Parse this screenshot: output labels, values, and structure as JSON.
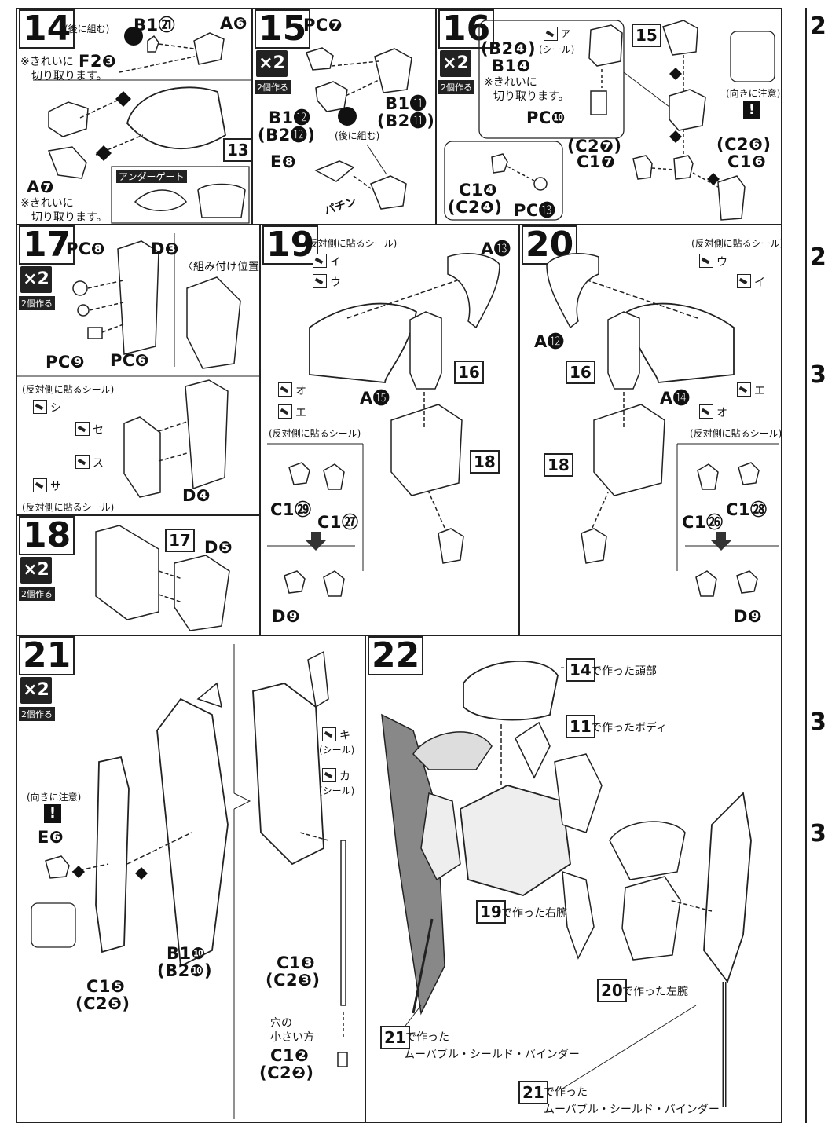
{
  "step14": {
    "num": "14",
    "note_back": "(後に組む)",
    "b1_21": "B1㉑",
    "a6": "A❻",
    "note_clean1": "※きれいに",
    "f2_3": "F2❸",
    "note_cut1": "切り取ります。",
    "ref13": "13",
    "a7": "A❼",
    "note_clean2": "※きれいに",
    "note_cut2": "切り取ります。",
    "undergate": "アンダーゲート"
  },
  "step15": {
    "num": "15",
    "mult": "×2",
    "make2": "2個作る",
    "pc7": "PC❼",
    "b1_12": "B1⓬",
    "b2_12": "(B2⓬)",
    "note_back": "(後に組む)",
    "b1_11": "B1⓫",
    "b2_11": "(B2⓫)",
    "e8": "E❽",
    "snap": "パチン"
  },
  "step16": {
    "num": "16",
    "mult": "×2",
    "make2": "2個作る",
    "seal_a": "ア",
    "seal_note": "(シール)",
    "b2_4": "(B2❹)",
    "b1_4": "B1❹",
    "note_clean": "※きれいに",
    "note_cut": "切り取ります。",
    "pc10": "PC❿",
    "ref15": "15",
    "orient": "(向きに注意)",
    "warn": "!",
    "c2_7": "(C2❼)",
    "c1_7": "C1❼",
    "c2_6": "(C2❻)",
    "c1_6": "C1❻",
    "c1_4": "C1❹",
    "c2_4": "(C2❹)",
    "pc13": "PC⓭"
  },
  "step17": {
    "num": "17",
    "mult": "×2",
    "make2": "2個作る",
    "pc8": "PC❽",
    "d3": "D❸",
    "pos": "〈組み付け位置〉",
    "pc9": "PC❾",
    "pc6": "PC❻",
    "reverse_top": "(反対側に貼るシール)",
    "seal_shi": "シ",
    "seal_se": "セ",
    "seal_su": "ス",
    "seal_sa": "サ",
    "d4": "D❹",
    "reverse_bot": "(反対側に貼るシール)"
  },
  "step18": {
    "num": "18",
    "mult": "×2",
    "make2": "2個作る",
    "ref17": "17",
    "d5": "D❺"
  },
  "step19": {
    "num": "19",
    "reverse_top": "(反対側に貼るシール)",
    "a13": "A⓭",
    "seal_i": "イ",
    "seal_u": "ウ",
    "ref16": "16",
    "seal_o": "オ",
    "seal_e": "エ",
    "a15": "A⓯",
    "reverse_bot": "(反対側に貼るシール)",
    "ref18": "18",
    "c1_29": "C1㉙",
    "c1_27": "C1㉗",
    "d9": "D❾"
  },
  "step20": {
    "num": "20",
    "reverse_top": "(反対側に貼るシール)",
    "seal_u": "ウ",
    "seal_i": "イ",
    "a12": "A⓬",
    "ref16": "16",
    "a14": "A⓮",
    "seal_e": "エ",
    "seal_o": "オ",
    "reverse_bot": "(反対側に貼るシール)",
    "ref18": "18",
    "c1_28": "C1㉘",
    "c1_26": "C1㉖",
    "d9": "D❾"
  },
  "step21": {
    "num": "21",
    "mult": "×2",
    "make2": "2個作る",
    "orient": "(向きに注意)",
    "warn": "!",
    "e6": "E❻",
    "b1_10": "B1❿",
    "b2_10": "(B2❿)",
    "c1_5": "C1❺",
    "c2_5": "(C2❺)",
    "seal_ki": "キ",
    "seal_note1": "(シール)",
    "seal_ka": "カ",
    "seal_note2": "(シール)",
    "c1_3": "C1❸",
    "c2_3": "(C2❸)",
    "hole_note1": "穴の",
    "hole_note2": "小さい方",
    "c1_2": "C1❷",
    "c2_2": "(C2❷)"
  },
  "step22": {
    "num": "22",
    "ref14": "14",
    "head": "で作った頭部",
    "ref11": "11",
    "body": "で作ったボディ",
    "ref19": "19",
    "rarm": "で作った右腕",
    "ref20": "20",
    "larm": "で作った左腕",
    "ref21a": "21",
    "made": "で作った",
    "binder1": "ムーバブル・シールド・バインダー",
    "ref21b": "21",
    "made2": "で作った",
    "binder2": "ムーバブル・シールド・バインダー"
  },
  "strip": {
    "n1": "2",
    "n2": "2",
    "n3": "3",
    "n4": "3",
    "n5": "3"
  }
}
